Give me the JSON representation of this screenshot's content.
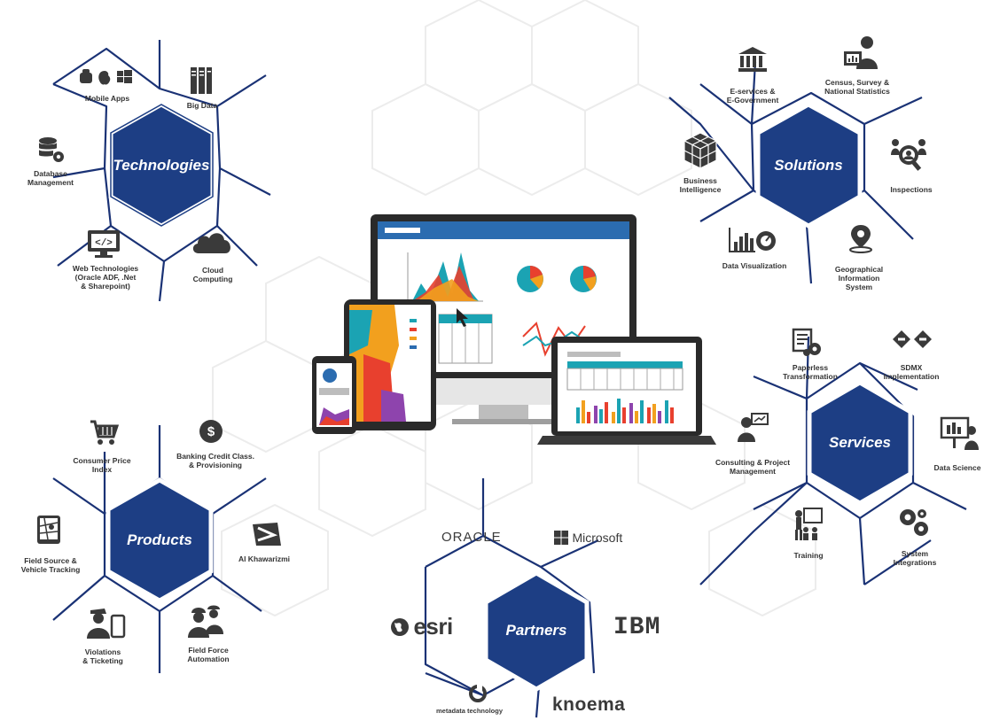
{
  "colors": {
    "hub_fill": "#1d3e84",
    "hub_stroke": "#ffffff",
    "line": "#1a3275",
    "icon": "#3a3a3a",
    "bg_hex": "#f3f3f3",
    "accent_teal": "#1ba3b3",
    "accent_orange": "#f2a01e",
    "accent_red": "#e8402e"
  },
  "clusters": {
    "technologies": {
      "title": "Technologies",
      "items": [
        {
          "label": "Mobile Apps",
          "icon": "mobile-platforms-icon"
        },
        {
          "label": "Big Data",
          "icon": "server-rack-icon"
        },
        {
          "label": "Database\nManagement",
          "icon": "database-gear-icon"
        },
        {
          "label": "Web Technologies\n(Oracle ADF, .Net\n& Sharepoint)",
          "icon": "monitor-code-icon"
        },
        {
          "label": "Cloud\nComputing",
          "icon": "cloud-icon"
        }
      ]
    },
    "solutions": {
      "title": "Solutions",
      "items": [
        {
          "label": "E-services &\nE-Government",
          "icon": "government-building-icon"
        },
        {
          "label": "Census, Survey &\nNational Statistics",
          "icon": "census-person-icon"
        },
        {
          "label": "Business\nIntelligence",
          "icon": "cube-icon"
        },
        {
          "label": "Inspections",
          "icon": "inspection-icon"
        },
        {
          "label": "Data Visualization",
          "icon": "chart-gauge-icon"
        },
        {
          "label": "Geographical\nInformation\nSystem",
          "icon": "map-pin-icon"
        }
      ]
    },
    "services": {
      "title": "Services",
      "items": [
        {
          "label": "Paperless\nTransformation",
          "icon": "paperless-icon"
        },
        {
          "label": "SDMX\nImplementation",
          "icon": "sdmx-icon"
        },
        {
          "label": "Consulting & Project\nManagement",
          "icon": "consulting-icon"
        },
        {
          "label": "Data Science",
          "icon": "data-science-icon"
        },
        {
          "label": "Training",
          "icon": "training-icon"
        },
        {
          "label": "System\nIntegrations",
          "icon": "gears-icon"
        }
      ]
    },
    "products": {
      "title": "Products",
      "items": [
        {
          "label": "Consumer Price\nIndex",
          "icon": "shopping-cart-icon"
        },
        {
          "label": "Banking Credit Class.\n& Provisioning",
          "icon": "dollar-coin-icon"
        },
        {
          "label": "Field Source &\nVehicle Tracking",
          "icon": "map-tracking-icon"
        },
        {
          "label": "Al Khawarizmi",
          "icon": "khawarizmi-logo-icon"
        },
        {
          "label": "Violations\n& Ticketing",
          "icon": "officer-ticket-icon"
        },
        {
          "label": "Field Force\nAutomation",
          "icon": "field-workers-icon"
        }
      ]
    },
    "partners": {
      "title": "Partners",
      "logos": [
        "ORACLE",
        "Microsoft",
        "esri",
        "IBM",
        "metadata technology",
        "knoema"
      ]
    }
  }
}
